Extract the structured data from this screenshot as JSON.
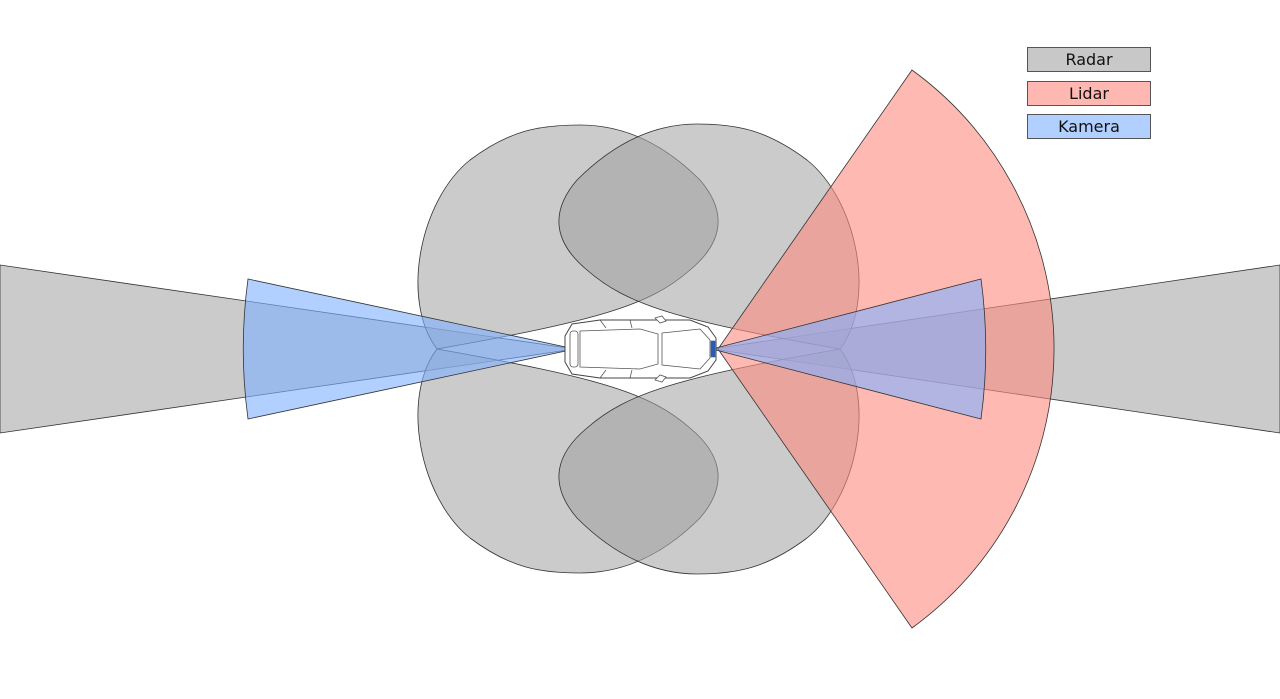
{
  "legend": [
    {
      "id": "radar",
      "label": "Radar",
      "color": "#c8c8c8"
    },
    {
      "id": "lidar",
      "label": "Lidar",
      "color": "#ffb7b2"
    },
    {
      "id": "camera",
      "label": "Kamera",
      "color": "#b2d0ff"
    }
  ],
  "colors": {
    "radar_fill": "#a0a0a0",
    "lidar_fill": "#ff8a80",
    "camera_fill": "#7fb0ff",
    "outline": "#333333",
    "vehicle_stroke": "#444444"
  },
  "icons": {
    "vehicle": "car-top-view-icon"
  }
}
